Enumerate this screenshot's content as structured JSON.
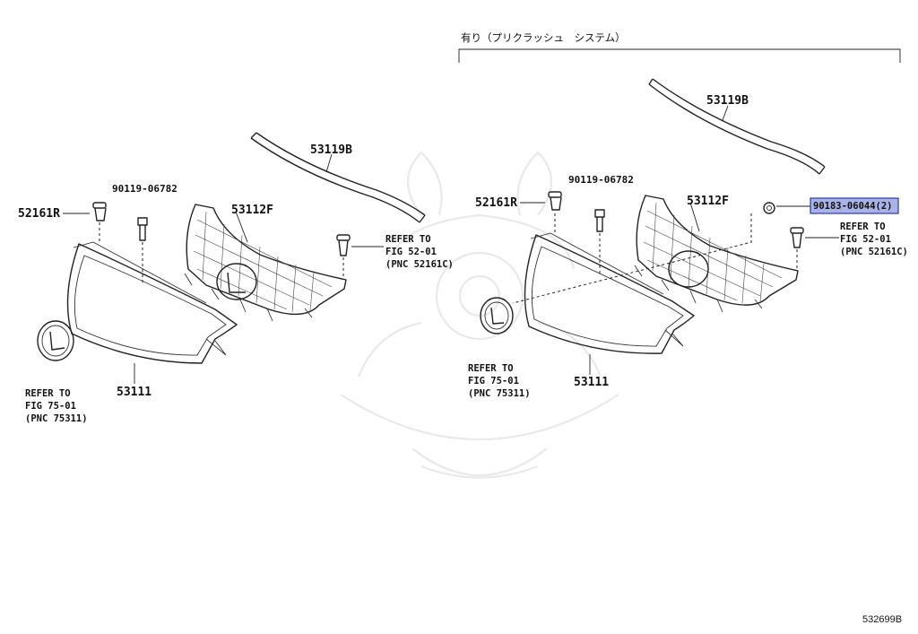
{
  "header": {
    "condition_note": "有り（プリクラッシュ　システム）"
  },
  "figure_number": "532699B",
  "left_group": {
    "bolt_clip": "52161R",
    "screw": "90119-06782",
    "grille": "53112F",
    "molding": "53119B",
    "bumper_cover": "53111",
    "ref_clip": {
      "line1": "REFER TO",
      "line2": "FIG 52-01",
      "line3": "(PNC 52161C)"
    },
    "ref_emblem": {
      "line1": "REFER TO",
      "line2": "FIG 75-01",
      "line3": "(PNC 75311)"
    }
  },
  "right_group": {
    "bolt_clip": "52161R",
    "screw": "90119-06782",
    "grille": "53112F",
    "molding": "53119B",
    "bumper_cover": "53111",
    "highlighted_part": "90183-06044(2)",
    "ref_clip": {
      "line1": "REFER TO",
      "line2": "FIG 52-01",
      "line3": "(PNC 52161C)"
    },
    "ref_emblem": {
      "line1": "REFER TO",
      "line2": "FIG 75-01",
      "line3": "(PNC 75311)"
    }
  }
}
